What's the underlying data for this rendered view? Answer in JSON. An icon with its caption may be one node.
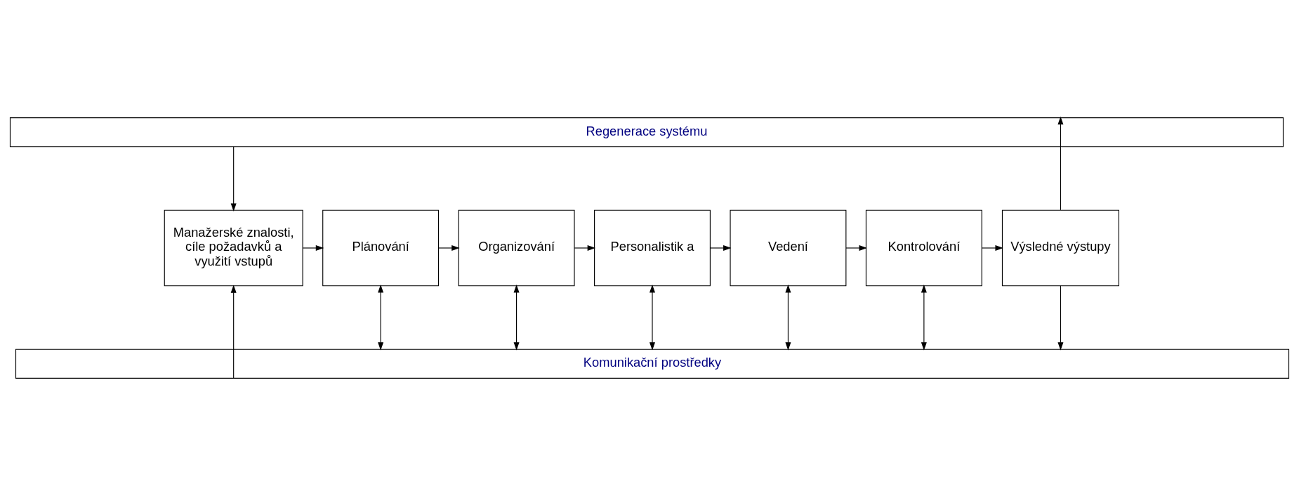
{
  "diagram": {
    "nodes": [
      {
        "text": [
          "Regenerace systému"
        ]
      },
      {
        "text": [
          "Manažerské znalosti, cíle požadavků a využití vstupů"
        ]
      },
      {
        "text": [
          "Plánování"
        ]
      },
      {
        "text": [
          "Organizování"
        ]
      },
      {
        "text": [
          "Personalistik a"
        ]
      },
      {
        "text": [
          "Vedení"
        ]
      },
      {
        "text": [
          "Kontrolování"
        ]
      },
      {
        "text": [
          "Výsledné výstupy"
        ]
      },
      {
        "text": [
          "Komunikační prostředky"
        ]
      }
    ],
    "edges": [
      {
        "from": 0,
        "to": 1,
        "arrow": "to"
      },
      {
        "from": 1,
        "to": 2,
        "arrow": "to"
      },
      {
        "from": 2,
        "to": 3,
        "arrow": "to"
      },
      {
        "from": 3,
        "to": 4,
        "arrow": "to"
      },
      {
        "from": 4,
        "to": 5,
        "arrow": "to"
      },
      {
        "from": 5,
        "to": 6,
        "arrow": "to"
      },
      {
        "from": 6,
        "to": 7,
        "arrow": "to"
      },
      {
        "from": 7,
        "to": 0,
        "arrow": "to"
      },
      {
        "from": 8,
        "to": 1,
        "arrow": "to"
      },
      {
        "from": 2,
        "to": 8,
        "arrow": "both"
      },
      {
        "from": 3,
        "to": 8,
        "arrow": "both"
      },
      {
        "from": 4,
        "to": 8,
        "arrow": "both"
      },
      {
        "from": 5,
        "to": 8,
        "arrow": "both"
      },
      {
        "from": 6,
        "to": 8,
        "arrow": "both"
      },
      {
        "from": 7,
        "to": 8,
        "arrow": "to"
      }
    ]
  }
}
